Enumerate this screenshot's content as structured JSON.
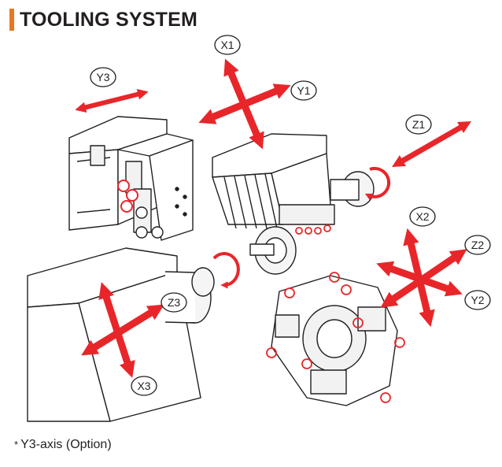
{
  "header": {
    "title": "TOOLING SYSTEM"
  },
  "colors": {
    "accent_bar": "#e87722",
    "arrow": "#e8262a",
    "outline": "#231f20"
  },
  "axes": {
    "x1": "X1",
    "y1": "Y1",
    "y3": "Y3",
    "z1": "Z1",
    "x2": "X2",
    "z2": "Z2",
    "y2": "Y2",
    "z3": "Z3",
    "x3": "X3"
  },
  "footnote": {
    "marker": "*",
    "text": "Y3-axis (Option)"
  }
}
